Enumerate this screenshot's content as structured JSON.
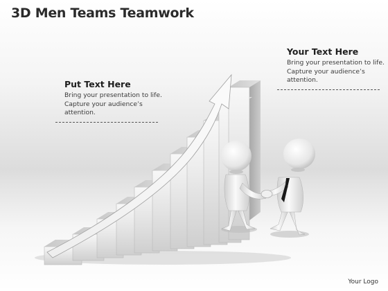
{
  "title": "3D Men Teams Teamwork",
  "left_block": {
    "heading": "Put Text Here",
    "lines": [
      "Bring your presentation to life.",
      "Capture your audience’s",
      "attention."
    ]
  },
  "right_block": {
    "heading": "Your Text Here",
    "lines": [
      "Bring your presentation to life.",
      "Capture your audience’s",
      "attention."
    ]
  },
  "logo": {
    "text": "Your Logo"
  },
  "illustration": {
    "icons": [
      "staircase-icon",
      "upward-arrow-icon",
      "person-icon",
      "person-with-tie-icon",
      "handshake-icon"
    ]
  }
}
